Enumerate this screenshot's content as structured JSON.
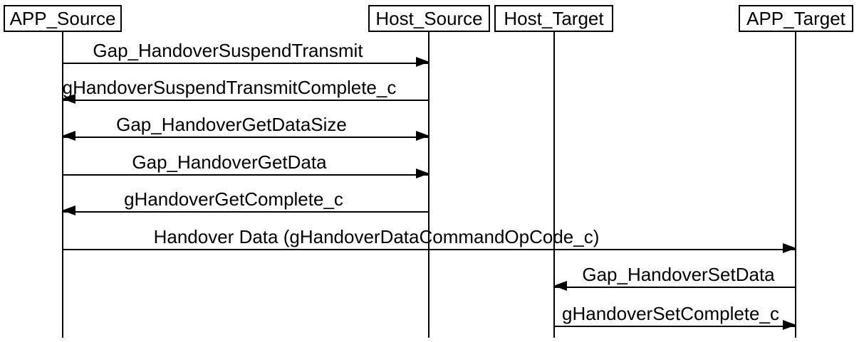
{
  "diagram_type": "sequence-diagram",
  "colors": {
    "line": "#000000",
    "text": "#000000",
    "background": "#ffffff"
  },
  "actors": [
    {
      "name": "APP_Source"
    },
    {
      "name": "Host_Source"
    },
    {
      "name": "Host_Target"
    },
    {
      "name": "APP_Target"
    }
  ],
  "messages": [
    {
      "label": "Gap_HandoverSuspendTransmit",
      "from": "APP_Source",
      "to": "Host_Source",
      "direction": "right"
    },
    {
      "label": "gHandoverSuspendTransmitComplete_c",
      "from": "Host_Source",
      "to": "APP_Source",
      "direction": "left"
    },
    {
      "label": "Gap_HandoverGetDataSize",
      "from": "APP_Source",
      "to": "Host_Source",
      "direction": "both"
    },
    {
      "label": "Gap_HandoverGetData",
      "from": "APP_Source",
      "to": "Host_Source",
      "direction": "right"
    },
    {
      "label": "gHandoverGetComplete_c",
      "from": "Host_Source",
      "to": "APP_Source",
      "direction": "left"
    },
    {
      "label": "Handover Data (gHandoverDataCommandOpCode_c)",
      "from": "APP_Source",
      "to": "APP_Target",
      "direction": "right"
    },
    {
      "label": "Gap_HandoverSetData",
      "from": "APP_Target",
      "to": "Host_Target",
      "direction": "left"
    },
    {
      "label": "gHandoverSetComplete_c",
      "from": "Host_Target",
      "to": "APP_Target",
      "direction": "right"
    }
  ]
}
